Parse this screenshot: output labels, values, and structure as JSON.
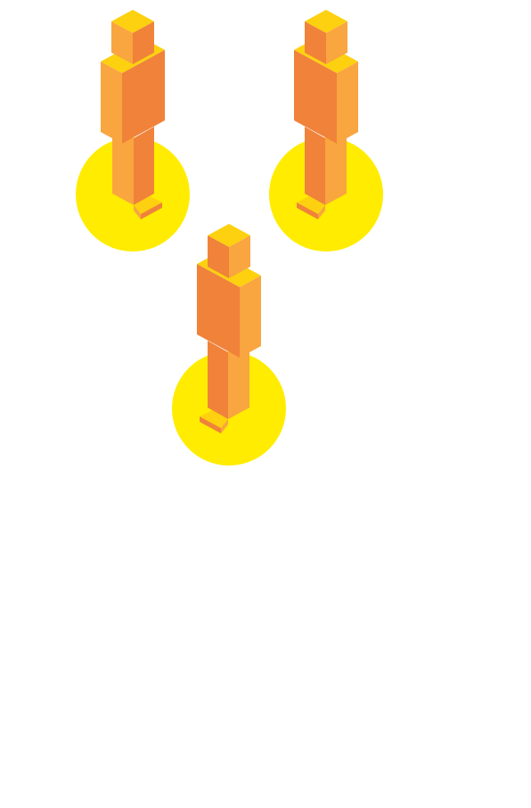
{
  "colors": {
    "background": "#ffffff",
    "base_circle": "#ffec00",
    "top_face": "#fdd10f",
    "light_face": "#f9a540",
    "dark_face": "#f0823a"
  },
  "figures": [
    {
      "name": "figure-left",
      "icon": "isometric-person-icon",
      "facing": "right"
    },
    {
      "name": "figure-right",
      "icon": "isometric-person-icon",
      "facing": "left"
    },
    {
      "name": "figure-center",
      "icon": "isometric-person-icon",
      "facing": "right"
    }
  ]
}
